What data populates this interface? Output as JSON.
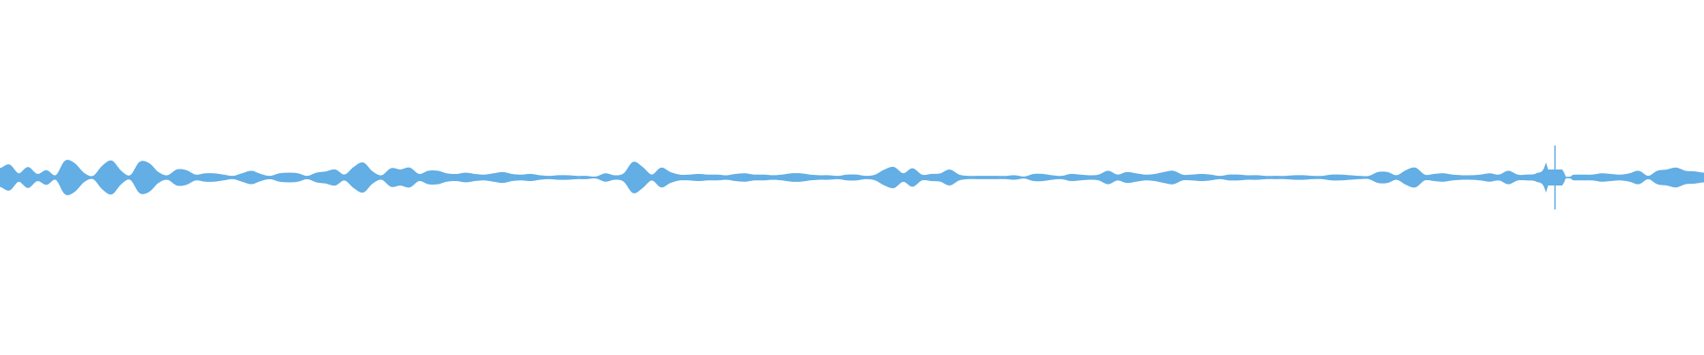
{
  "waveform": {
    "color": "#62aee5",
    "envelope": [
      0.14,
      0.2,
      0.06,
      0.16,
      0.05,
      0.11,
      0.03,
      0.26,
      0.22,
      0.07,
      0.02,
      0.18,
      0.26,
      0.1,
      0.03,
      0.24,
      0.22,
      0.08,
      0.03,
      0.12,
      0.11,
      0.04,
      0.06,
      0.06,
      0.04,
      0.02,
      0.06,
      0.1,
      0.05,
      0.02,
      0.06,
      0.07,
      0.06,
      0.02,
      0.07,
      0.09,
      0.12,
      0.04,
      0.16,
      0.23,
      0.09,
      0.03,
      0.14,
      0.12,
      0.15,
      0.05,
      0.1,
      0.1,
      0.06,
      0.05,
      0.07,
      0.05,
      0.04,
      0.06,
      0.08,
      0.05,
      0.04,
      0.05,
      0.03,
      0.02,
      0.03,
      0.03,
      0.02,
      0.02,
      0.01,
      0.06,
      0.03,
      0.06,
      0.24,
      0.16,
      0.04,
      0.15,
      0.08,
      0.04,
      0.04,
      0.05,
      0.04,
      0.04,
      0.03,
      0.05,
      0.06,
      0.04,
      0.04,
      0.03,
      0.04,
      0.06,
      0.06,
      0.04,
      0.03,
      0.03,
      0.02,
      0.04,
      0.04,
      0.02,
      0.04,
      0.12,
      0.16,
      0.06,
      0.14,
      0.04,
      0.05,
      0.06,
      0.12,
      0.04,
      0.02,
      0.02,
      0.02,
      0.02,
      0.02,
      0.03,
      0.01,
      0.05,
      0.05,
      0.03,
      0.02,
      0.05,
      0.04,
      0.03,
      0.04,
      0.1,
      0.04,
      0.08,
      0.06,
      0.04,
      0.05,
      0.08,
      0.1,
      0.04,
      0.04,
      0.05,
      0.04,
      0.02,
      0.04,
      0.04,
      0.03,
      0.03,
      0.02,
      0.02,
      0.02,
      0.03,
      0.03,
      0.02,
      0.02,
      0.04,
      0.04,
      0.03,
      0.02,
      0.02,
      0.08,
      0.08,
      0.03,
      0.11,
      0.15,
      0.04,
      0.05,
      0.06,
      0.04,
      0.03,
      0.03,
      0.04,
      0.06,
      0.04,
      0.1,
      0.04,
      0.04,
      0.06,
      0.2,
      1.0,
      0.04,
      0.04,
      0.04,
      0.04,
      0.06,
      0.05,
      0.04,
      0.06,
      0.1,
      0.02,
      0.1,
      0.12,
      0.15,
      0.1,
      0.09,
      0.07
    ]
  }
}
